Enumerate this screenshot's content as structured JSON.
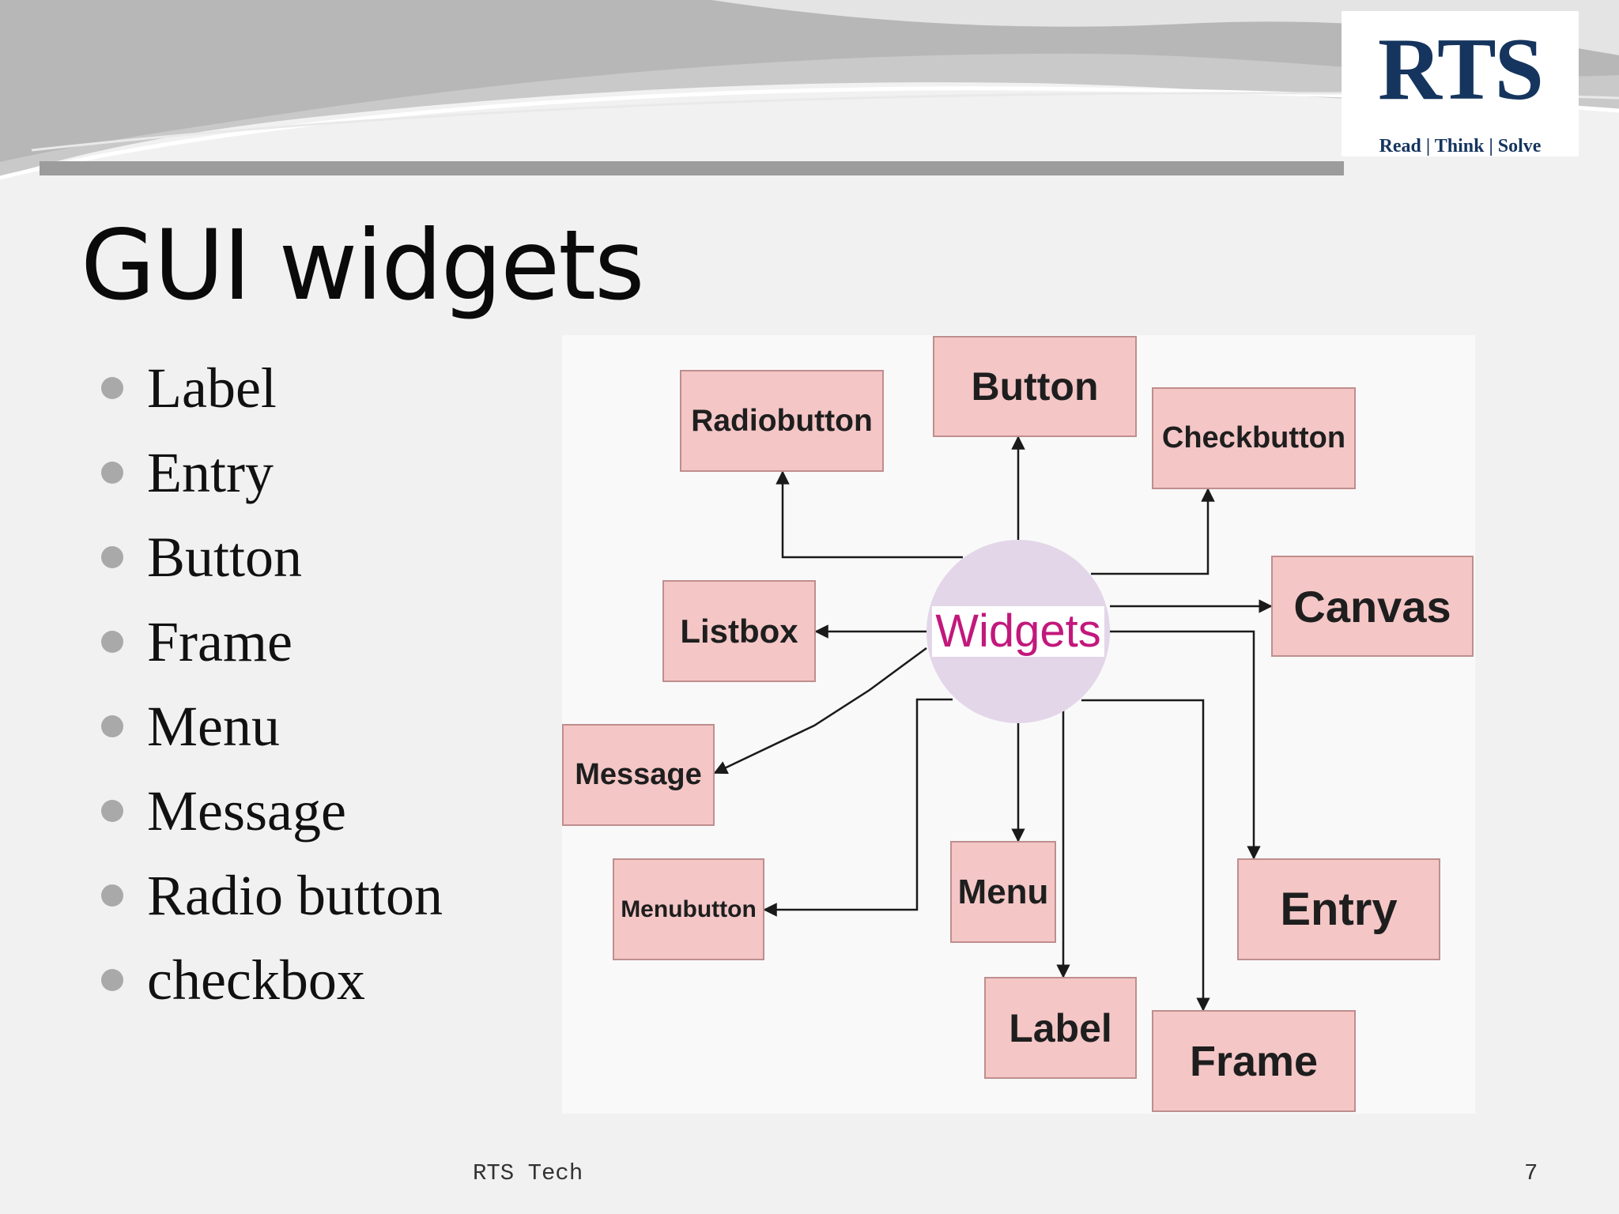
{
  "header": {
    "logo": {
      "mark": "RTS",
      "tagline": "Read | Think | Solve"
    }
  },
  "slide": {
    "title": "GUI widgets",
    "bullets": [
      "Label",
      "Entry",
      "Button",
      "Frame",
      "Menu",
      "Message",
      "Radio button",
      "checkbox"
    ]
  },
  "diagram": {
    "hub": "Widgets",
    "nodes": [
      "Radiobutton",
      "Button",
      "Checkbutton",
      "Listbox",
      "Canvas",
      "Message",
      "Menubutton",
      "Menu",
      "Entry",
      "Label",
      "Frame"
    ],
    "edges": [
      [
        "Widgets",
        "Radiobutton"
      ],
      [
        "Widgets",
        "Button"
      ],
      [
        "Widgets",
        "Checkbutton"
      ],
      [
        "Widgets",
        "Listbox"
      ],
      [
        "Widgets",
        "Canvas"
      ],
      [
        "Widgets",
        "Message"
      ],
      [
        "Widgets",
        "Menubutton"
      ],
      [
        "Widgets",
        "Menu"
      ],
      [
        "Widgets",
        "Entry"
      ],
      [
        "Widgets",
        "Label"
      ],
      [
        "Widgets",
        "Frame"
      ]
    ],
    "colors": {
      "box_fill": "#f4c6c6",
      "box_border": "#bf8e8e",
      "hub_fill": "#e3d6e9",
      "hub_text": "#c2187c"
    }
  },
  "footer": {
    "text": "RTS Tech",
    "page": "7"
  }
}
